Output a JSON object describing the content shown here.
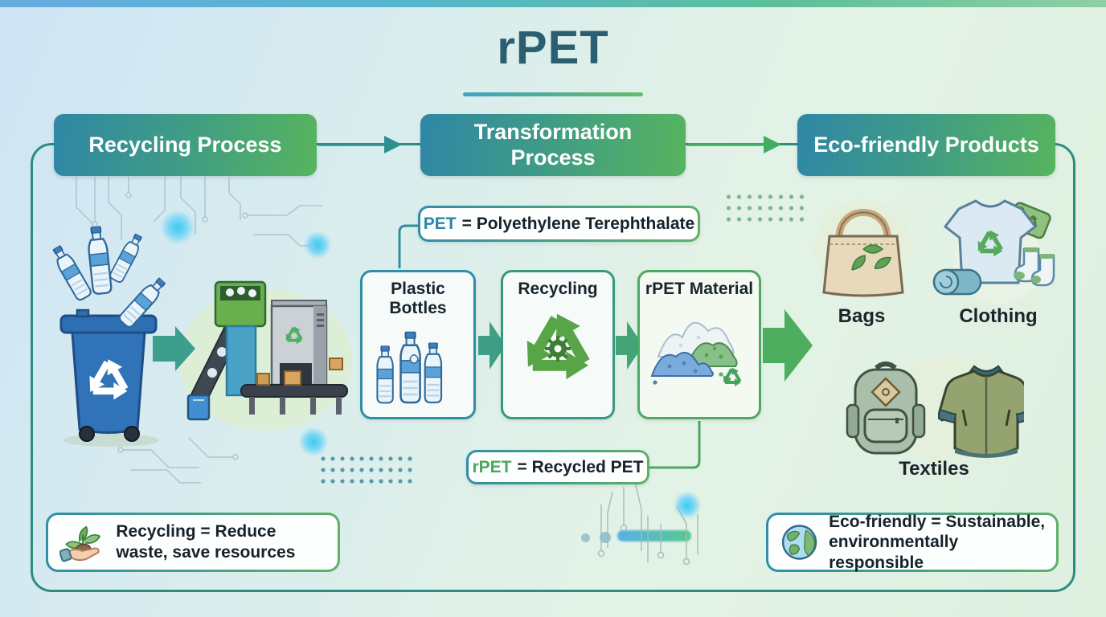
{
  "title": {
    "text": "rPET"
  },
  "flow_headers": [
    {
      "id": "recycling",
      "label": "Recycling Process"
    },
    {
      "id": "transformation",
      "label": "Transformation Process"
    },
    {
      "id": "eco",
      "label": "Eco-friendly Products"
    }
  ],
  "process_steps": [
    {
      "label": "Plastic Bottles"
    },
    {
      "label": "Recycling"
    },
    {
      "label": "rPET Material"
    }
  ],
  "definitions": {
    "pet": {
      "term": "PET",
      "rest": "= Polyethylene Terephthalate"
    },
    "rpet": {
      "term": "rPET",
      "rest": "= Recycled PET"
    },
    "recycling": {
      "text": "Recycling = Reduce waste, save resources"
    },
    "eco_friendly": {
      "text": "Eco-friendly = Sustainable, environmentally responsible"
    }
  },
  "products": [
    {
      "label": "Bags"
    },
    {
      "label": "Clothing"
    },
    {
      "label": "Textiles"
    }
  ],
  "icons": {
    "recycle_symbol": "chasing-arrows-triangle",
    "plastic_bottle": "water-bottle",
    "recycle_bin": "blue-wheeled-bin",
    "sorting_machine": "conveyor-sorting-machine",
    "rpet_flakes": "three-pellet-piles",
    "tote_bag": "canvas-bag-with-leaf-cycle",
    "tshirt": "shirt-with-recycle-tag",
    "backpack": "green-backpack",
    "jacket": "green-jacket",
    "hand_plant": "hand-holding-sprout",
    "globe": "earth-globe-with-leaf"
  },
  "colors": {
    "header_gradient_start": "#2F87A6",
    "header_gradient_end": "#57B45F",
    "frame_border": "#2C8C7F",
    "title_text": "#2A5E70",
    "accent_teal": "#2E8FA3",
    "accent_green": "#4FAE63",
    "pet_term": "#2D84A6",
    "rpet_term": "#4AA85E",
    "text_dark": "#16222A",
    "bin_blue": "#2F72B8"
  }
}
